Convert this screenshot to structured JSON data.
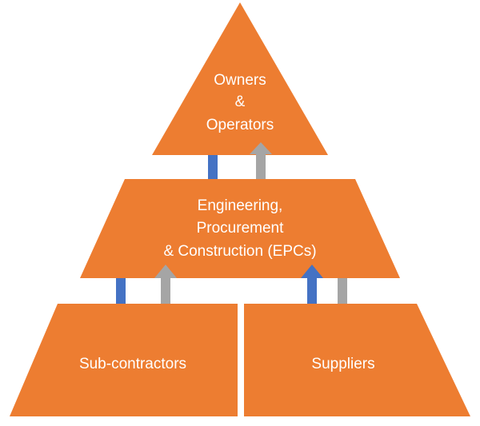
{
  "diagram": {
    "colors": {
      "box_fill": "#ED7D31",
      "arrow_down": "#4472C4",
      "arrow_up": "#A5A5A5",
      "label_text": "#FFFFFF",
      "background": "#FFFFFF"
    },
    "tiers": {
      "top": {
        "line1": "Owners",
        "line2": "&",
        "line3": "Operators"
      },
      "middle": {
        "line1": "Engineering,",
        "line2": "Procurement",
        "line3": "& Construction (EPCs)"
      },
      "bottom_left": {
        "label": "Sub-contractors"
      },
      "bottom_right": {
        "label": "Suppliers"
      }
    }
  }
}
